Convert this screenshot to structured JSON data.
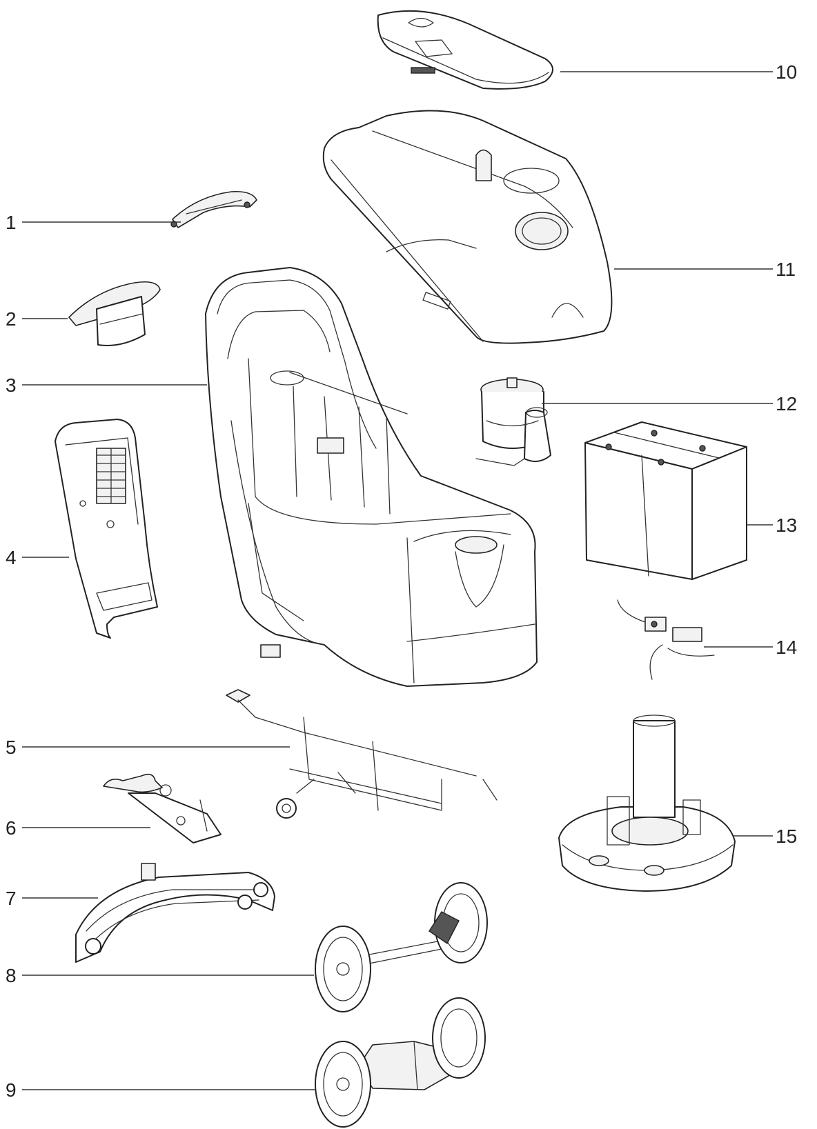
{
  "callouts": [
    {
      "label": "1"
    },
    {
      "label": "2"
    },
    {
      "label": "3"
    },
    {
      "label": "4"
    },
    {
      "label": "5"
    },
    {
      "label": "6"
    },
    {
      "label": "7"
    },
    {
      "label": "8"
    },
    {
      "label": "9"
    },
    {
      "label": "10"
    },
    {
      "label": "11"
    },
    {
      "label": "12"
    },
    {
      "label": "13"
    },
    {
      "label": "14"
    },
    {
      "label": "15"
    }
  ],
  "parts": [
    {
      "icon": "handle-bracket-icon"
    },
    {
      "icon": "control-panel-housing-icon"
    },
    {
      "icon": "machine-body-frame-icon"
    },
    {
      "icon": "electronic-control-board-icon"
    },
    {
      "icon": "squeegee-lift-linkage-icon"
    },
    {
      "icon": "squeegee-bracket-icon"
    },
    {
      "icon": "squeegee-assembly-icon"
    },
    {
      "icon": "wheel-axle-icon"
    },
    {
      "icon": "drive-wheel-motor-axle-icon"
    },
    {
      "icon": "tank-cover-lid-icon"
    },
    {
      "icon": "recovery-tank-icon"
    },
    {
      "icon": "vacuum-motor-icon"
    },
    {
      "icon": "battery-pack-icon"
    },
    {
      "icon": "solution-valve-hoses-icon"
    },
    {
      "icon": "brush-head-deck-icon"
    }
  ]
}
